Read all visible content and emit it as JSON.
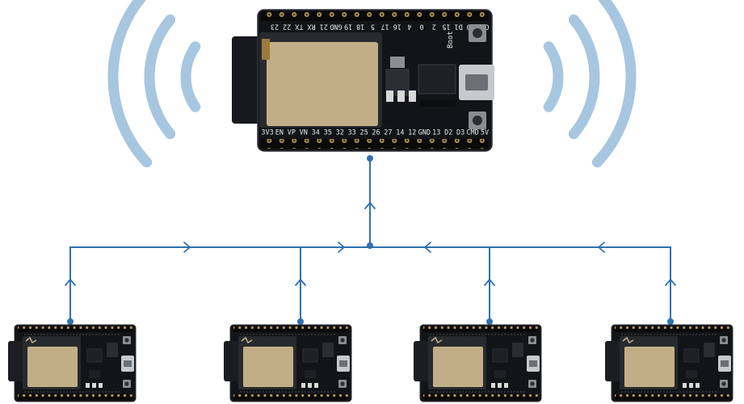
{
  "colors": {
    "background": "#ffffff",
    "wifi_waves": "#a7c6e0",
    "connector": "#2f71b0",
    "pcb": "#121417",
    "pcb_border": "#30343a",
    "module_can": "#c2ae86",
    "module_frame": "#272a2e",
    "pin_header": "#0a0a0b",
    "pin_gold": "#b99a55",
    "usb_port": "#c7c9cc",
    "button": "#8b8d90",
    "label": "#e9e9e9"
  },
  "icons": {
    "wifi_left": "wifi-waves-left-icon",
    "wifi_right": "wifi-waves-right-icon",
    "arrow": "chevron-arrow-icon"
  },
  "master_board": {
    "top_pins": [
      "23",
      "22",
      "TX",
      "RX",
      "21",
      "GND",
      "19",
      "18",
      "5",
      "17",
      "16",
      "4",
      "0",
      "2",
      "15",
      "D1",
      "D0",
      "CLK"
    ],
    "bottom_pins": [
      "3V3",
      "EN",
      "VP",
      "VN",
      "34",
      "35",
      "32",
      "33",
      "25",
      "26",
      "27",
      "14",
      "12",
      "GND",
      "13",
      "D2",
      "D3",
      "CMD",
      "5V"
    ],
    "boot_label": "Boot"
  },
  "slave_boards": [
    {
      "id": "slave-1"
    },
    {
      "id": "slave-2"
    },
    {
      "id": "slave-3"
    },
    {
      "id": "slave-4"
    }
  ]
}
